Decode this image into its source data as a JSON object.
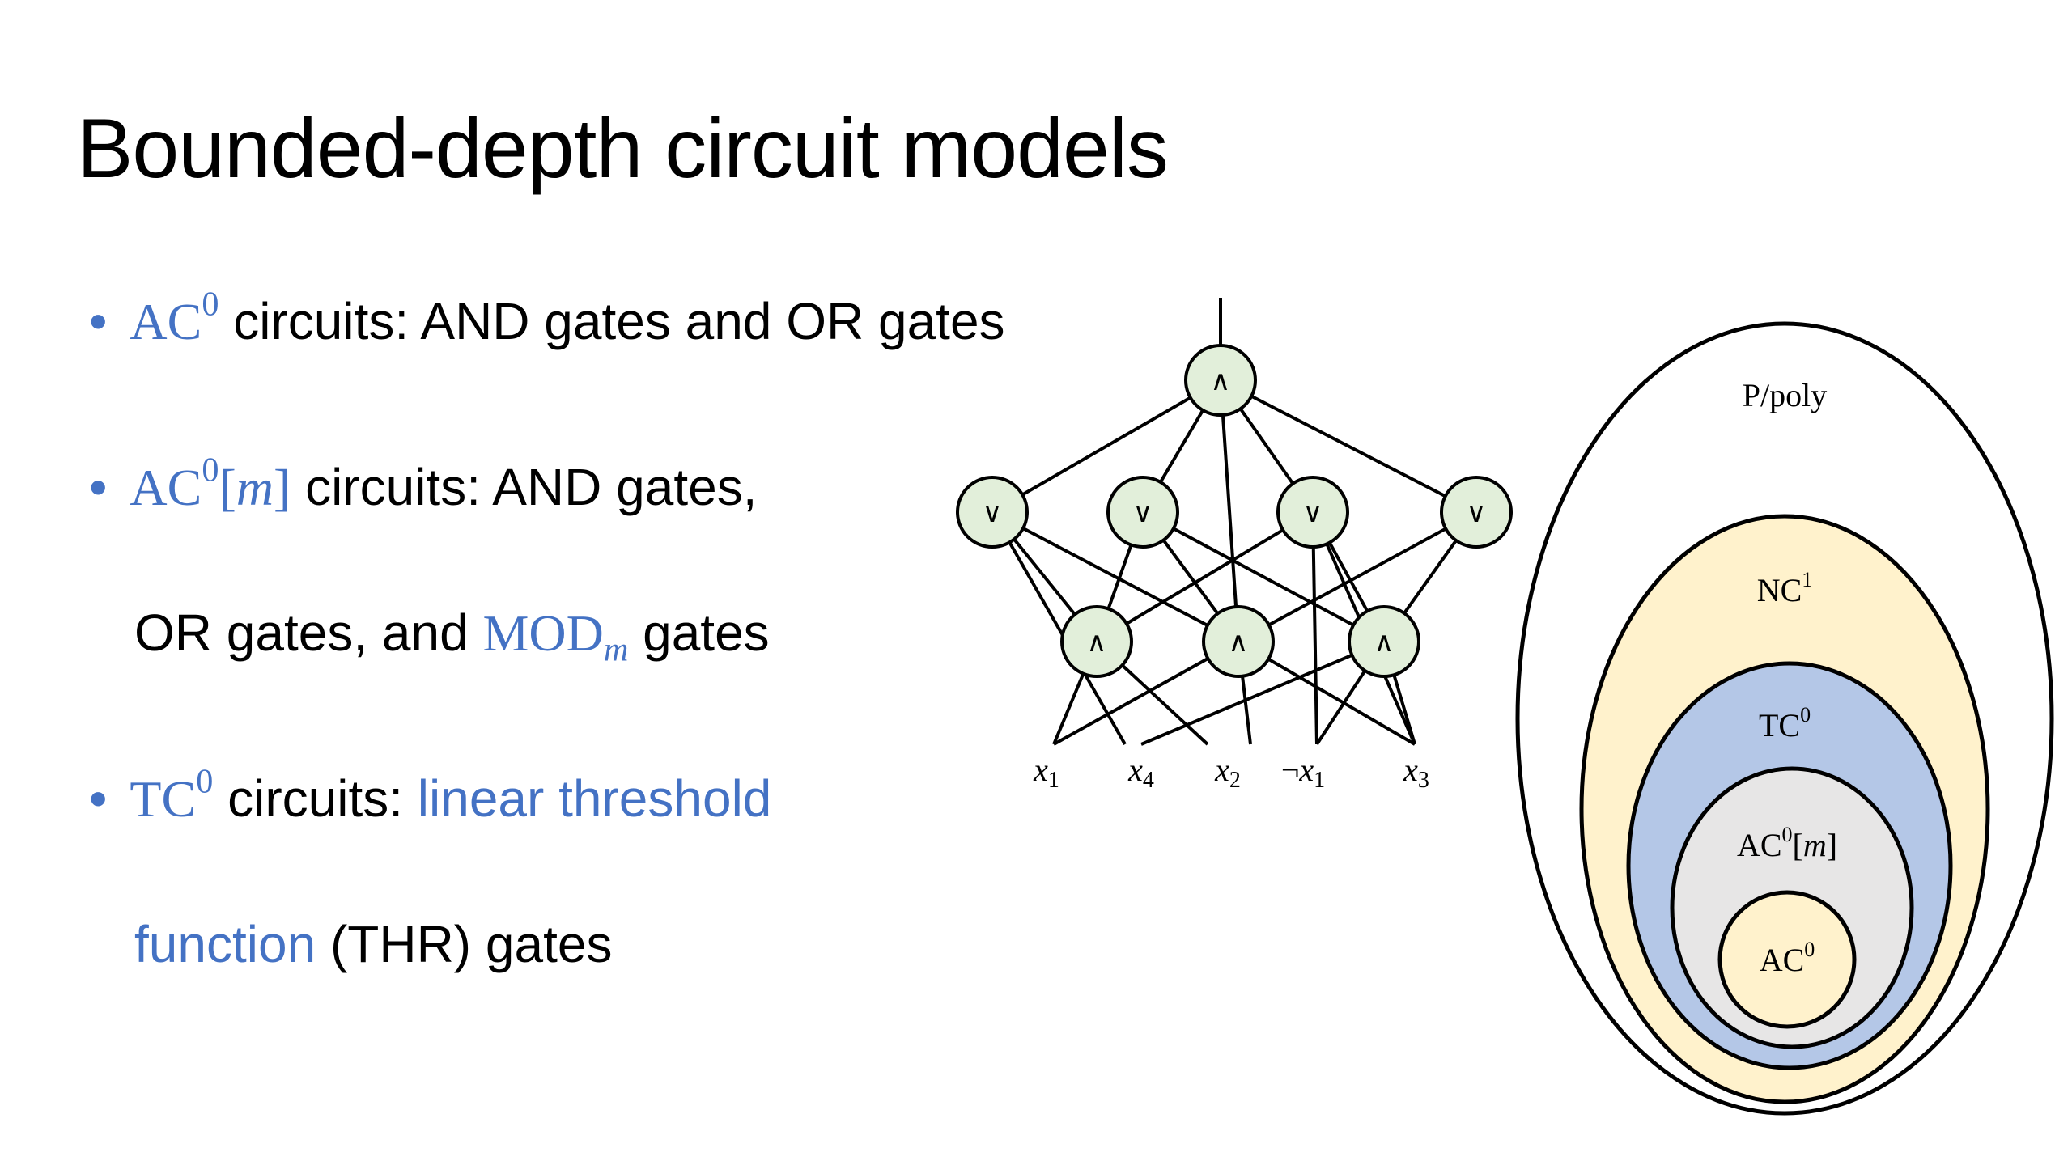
{
  "slide": {
    "title": "Bounded-depth circuit models",
    "bullets": [
      {
        "lines": [
          {
            "class_name": "AC",
            "class_sup": "0",
            "class_suffix": "",
            "text": " circuits: AND gates and OR gates"
          }
        ]
      },
      {
        "lines": [
          {
            "class_name": "AC",
            "class_sup": "0",
            "class_suffix": "[m]",
            "text": " circuits: AND gates,"
          },
          {
            "prefix": "OR gates, and ",
            "mod_name": "MOD",
            "mod_sub": "m",
            "suffix": " gates"
          }
        ]
      },
      {
        "lines": [
          {
            "class_name": "TC",
            "class_sup": "0",
            "text": " circuits: ",
            "link_text": "linear threshold"
          },
          {
            "link_text": "function",
            "text": " (THR) gates"
          }
        ]
      }
    ]
  },
  "circuit": {
    "top_gate": "∧",
    "or_gates": [
      "∨",
      "∨",
      "∨",
      "∨"
    ],
    "and_gates": [
      "∧",
      "∧",
      "∧"
    ],
    "inputs": [
      {
        "neg": "",
        "var": "x",
        "sub": "1"
      },
      {
        "neg": "",
        "var": "x",
        "sub": "4"
      },
      {
        "neg": "",
        "var": "x",
        "sub": "2"
      },
      {
        "neg": "¬",
        "var": "x",
        "sub": "1"
      },
      {
        "neg": "",
        "var": "x",
        "sub": "3"
      }
    ],
    "node_fill": "#E2EFDA"
  },
  "classes": [
    {
      "name": "P/poly",
      "fill": "#FFFFFF"
    },
    {
      "name": "NC",
      "sup": "1",
      "fill": "#FFF2CC"
    },
    {
      "name": "TC",
      "sup": "0",
      "fill": "#B4C7E7"
    },
    {
      "name": "AC",
      "sup": "0",
      "suffix": "[m]",
      "fill": "#E7E6E6"
    },
    {
      "name": "AC",
      "sup": "0",
      "fill": "#FFF2CC"
    }
  ]
}
